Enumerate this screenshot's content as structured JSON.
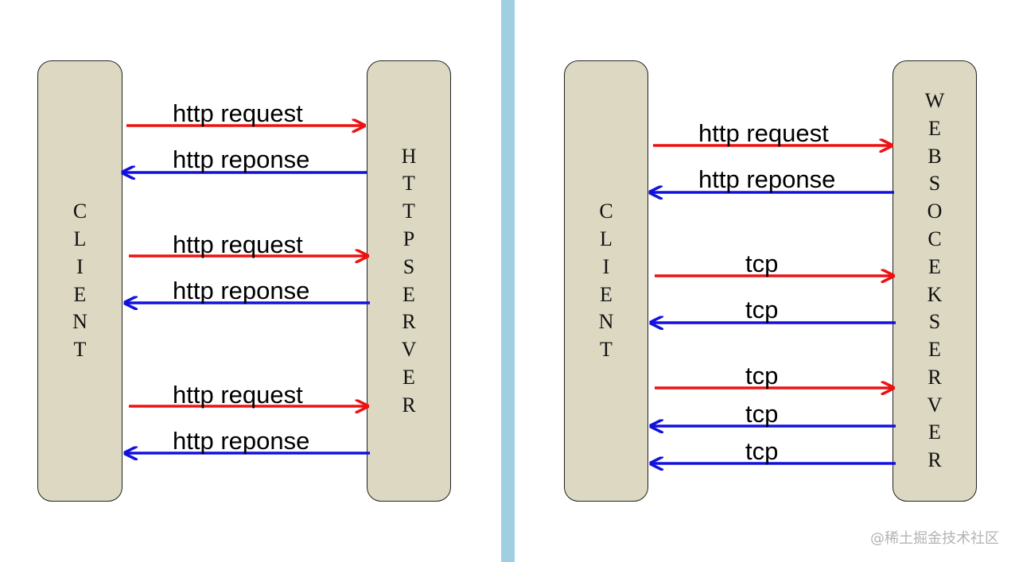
{
  "left_panel": {
    "client_label": "CLIENT",
    "server_label": "HTTPSERVER",
    "messages": [
      {
        "text": "http request",
        "direction": "to-server"
      },
      {
        "text": "http reponse",
        "direction": "to-client"
      },
      {
        "text": "http request",
        "direction": "to-server"
      },
      {
        "text": "http reponse",
        "direction": "to-client"
      },
      {
        "text": "http request",
        "direction": "to-server"
      },
      {
        "text": "http reponse",
        "direction": "to-client"
      }
    ]
  },
  "right_panel": {
    "client_label": "CLIENT",
    "server_label": "WEBSOCEKSERVER",
    "messages": [
      {
        "text": "http request",
        "direction": "to-server"
      },
      {
        "text": "http reponse",
        "direction": "to-client"
      },
      {
        "text": "tcp",
        "direction": "to-server"
      },
      {
        "text": "tcp",
        "direction": "to-client"
      },
      {
        "text": "tcp",
        "direction": "to-server"
      },
      {
        "text": "tcp",
        "direction": "to-client"
      },
      {
        "text": "tcp",
        "direction": "to-client"
      }
    ]
  },
  "colors": {
    "request": "#ee1111",
    "response": "#1111dd",
    "box_fill": "#dcd8c2",
    "divider": "#9fcfe1"
  },
  "watermark": "@稀土掘金技术社区"
}
